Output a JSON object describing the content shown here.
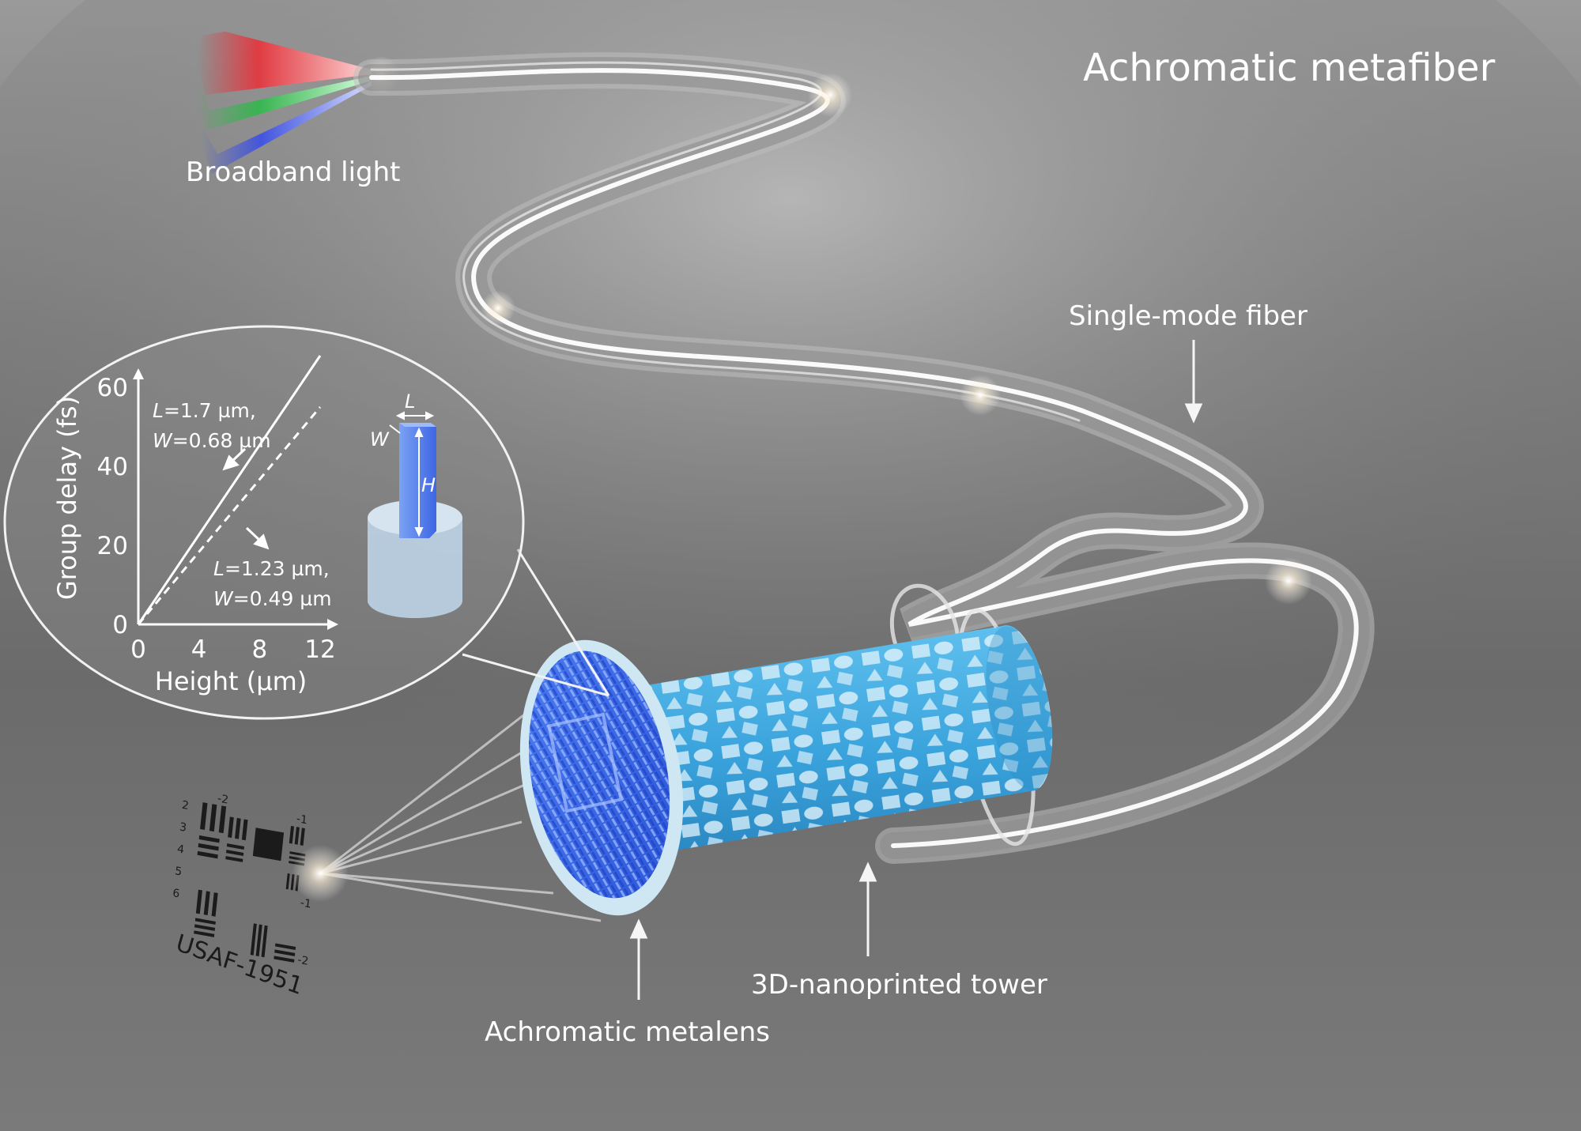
{
  "title": "Achromatic metafiber",
  "labels": {
    "broadband_light": "Broadband light",
    "single_mode_fiber": "Single-mode fiber",
    "tower": "3D-nanoprinted tower",
    "metalens": "Achromatic metalens"
  },
  "inset": {
    "pillar_labels": {
      "length": "L",
      "width": "W",
      "height": "H"
    },
    "usaf_target": {
      "text": "USAF-1951",
      "group_numbers": [
        "-2",
        "-1",
        "-1",
        "-2"
      ],
      "element_numbers": [
        "2",
        "3",
        "4",
        "5",
        "6"
      ]
    },
    "chart_data": {
      "type": "line",
      "xlabel": "Height (µm)",
      "ylabel": "Group delay (fs)",
      "xlim": [
        0,
        12
      ],
      "ylim": [
        0,
        60
      ],
      "xticks": [
        "0",
        "4",
        "8",
        "12"
      ],
      "yticks": [
        "0",
        "20",
        "40",
        "60"
      ],
      "series": [
        {
          "style": "solid",
          "x": [
            0,
            12
          ],
          "y": [
            0,
            68
          ],
          "annotation": {
            "line1_var": "L",
            "line1_val": "=1.7 µm,",
            "line2_var": "W",
            "line2_val": "=0.68 µm"
          }
        },
        {
          "style": "dashed",
          "x": [
            0,
            12
          ],
          "y": [
            0,
            55
          ],
          "annotation": {
            "line1_var": "L",
            "line1_val": "=1.23 µm,",
            "line2_var": "W",
            "line2_val": "=0.49 µm"
          }
        }
      ]
    }
  },
  "colors": {
    "red_beam": "#e8323a",
    "green_beam": "#2fb84a",
    "blue_beam": "#3a4fe6",
    "tower_blue": "#3aa3dc",
    "metalens_blue": "#3e6ee8",
    "pillar_blue": "#5a86ee"
  }
}
